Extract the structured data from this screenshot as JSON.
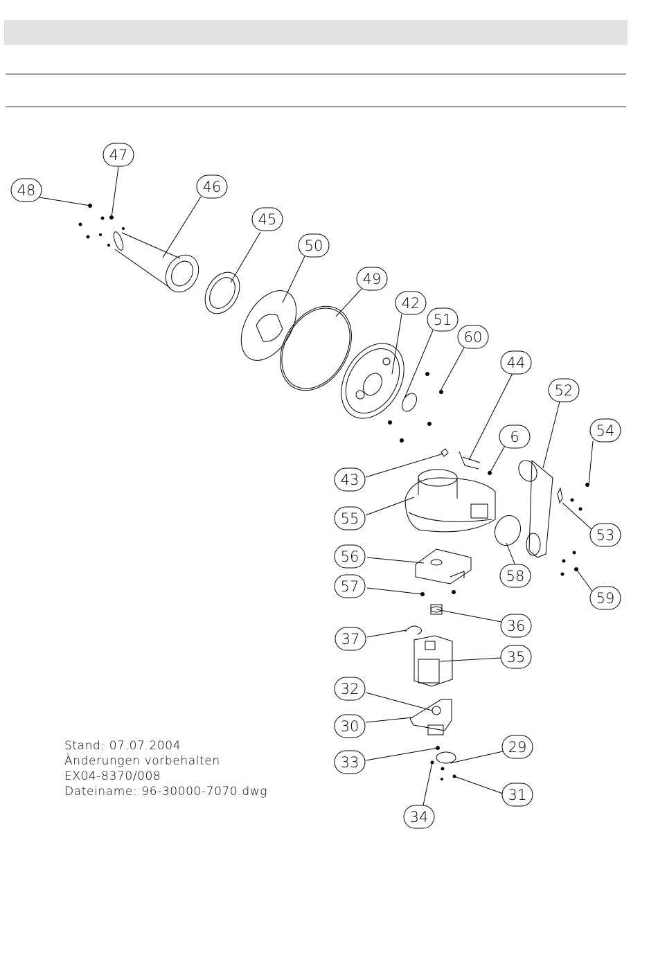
{
  "callouts": [
    {
      "label": "47"
    },
    {
      "label": "48"
    },
    {
      "label": "46"
    },
    {
      "label": "45"
    },
    {
      "label": "50"
    },
    {
      "label": "49"
    },
    {
      "label": "42"
    },
    {
      "label": "51"
    },
    {
      "label": "60"
    },
    {
      "label": "44"
    },
    {
      "label": "52"
    },
    {
      "label": "6"
    },
    {
      "label": "54"
    },
    {
      "label": "43"
    },
    {
      "label": "55"
    },
    {
      "label": "53"
    },
    {
      "label": "56"
    },
    {
      "label": "58"
    },
    {
      "label": "57"
    },
    {
      "label": "59"
    },
    {
      "label": "36"
    },
    {
      "label": "37"
    },
    {
      "label": "35"
    },
    {
      "label": "32"
    },
    {
      "label": "30"
    },
    {
      "label": "29"
    },
    {
      "label": "33"
    },
    {
      "label": "31"
    },
    {
      "label": "34"
    }
  ],
  "meta": {
    "stand": "Stand: 07.07.2004",
    "changes": "Änderungen vorbehalten",
    "doc_number": "EX04-8370/008",
    "filename": "Dateiname: 96-30000-7070.dwg"
  }
}
